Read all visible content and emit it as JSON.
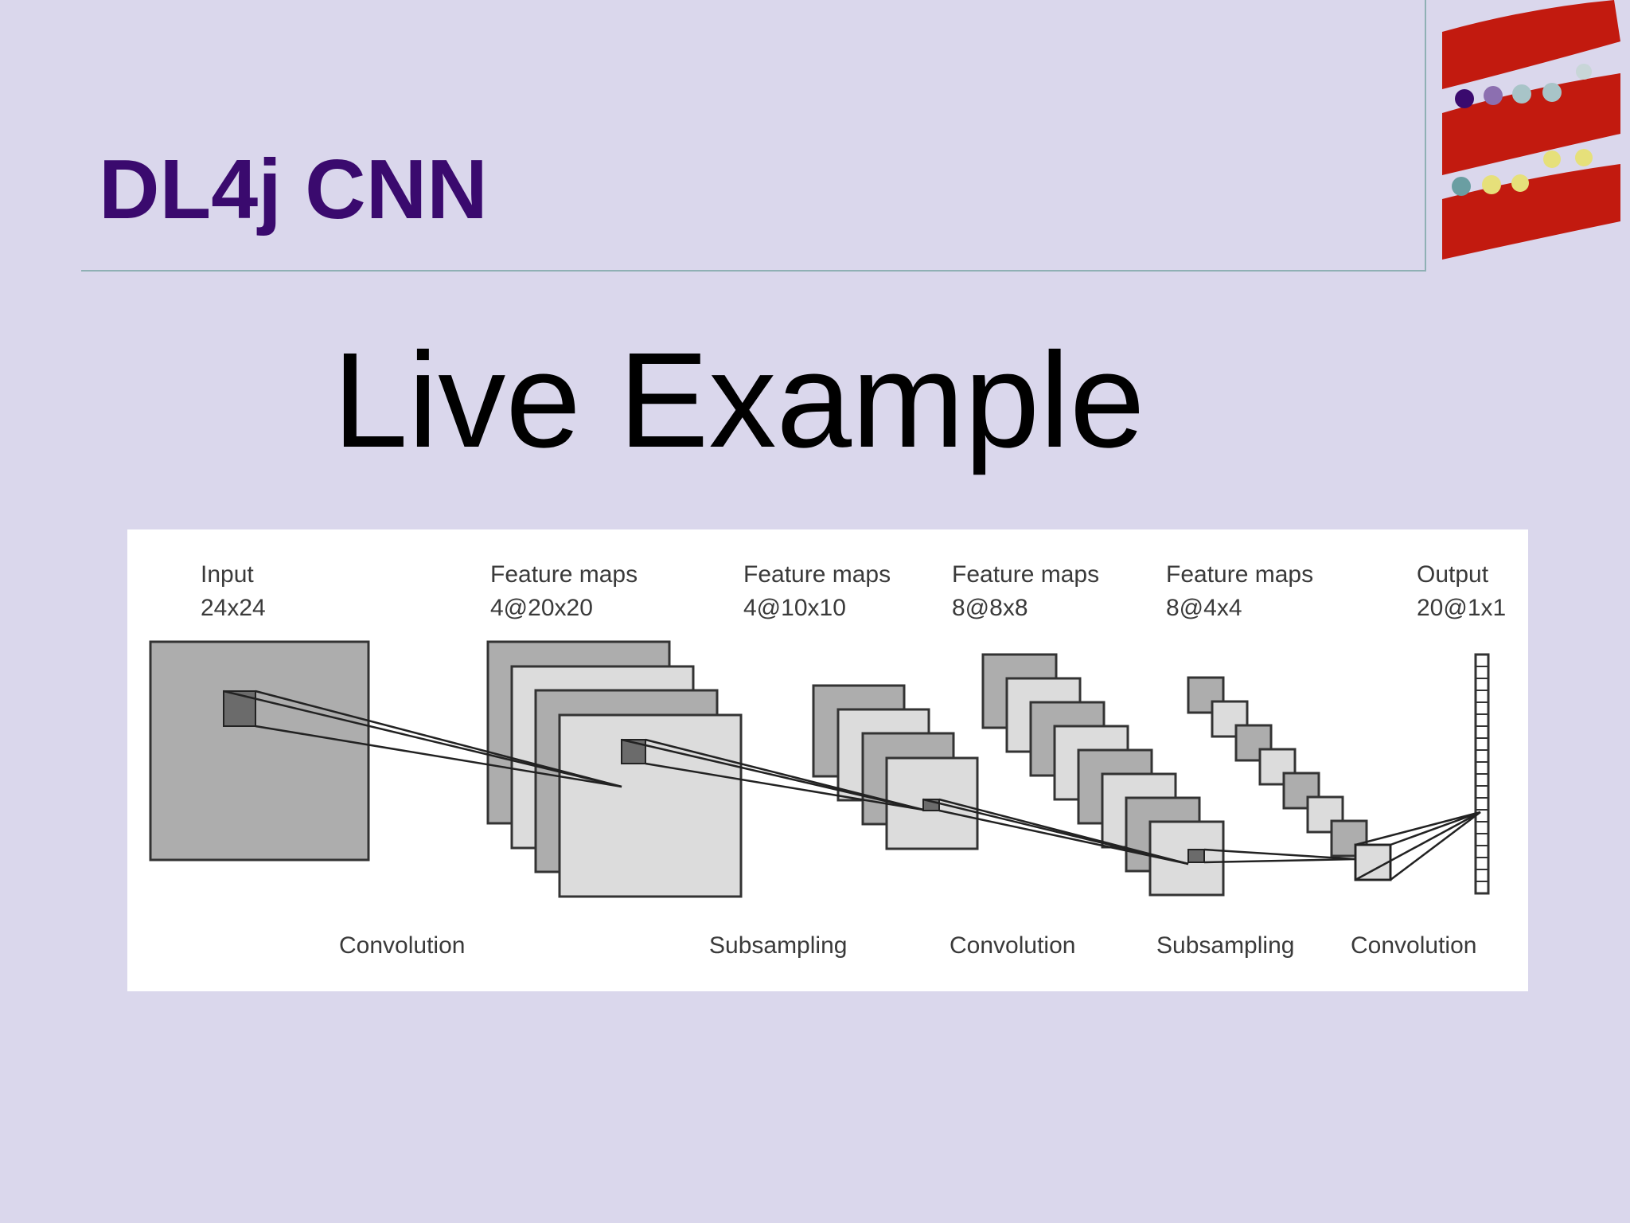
{
  "slide": {
    "title": "DL4j CNN",
    "subtitle": "Live Example",
    "colors": {
      "background": "#dad7ec",
      "title": "#3a0a6e",
      "logo_red": "#c21a0f"
    },
    "logo": "scala-logo-icon"
  },
  "diagram": {
    "layers": [
      {
        "name": "Input",
        "dims": "24x24"
      },
      {
        "name": "Feature maps",
        "dims": "4@20x20"
      },
      {
        "name": "Feature maps",
        "dims": "4@10x10"
      },
      {
        "name": "Feature maps",
        "dims": "8@8x8"
      },
      {
        "name": "Feature maps",
        "dims": "8@4x4"
      },
      {
        "name": "Output",
        "dims": "20@1x1"
      }
    ],
    "operations": [
      "Convolution",
      "Subsampling",
      "Convolution",
      "Subsampling",
      "Convolution"
    ]
  }
}
